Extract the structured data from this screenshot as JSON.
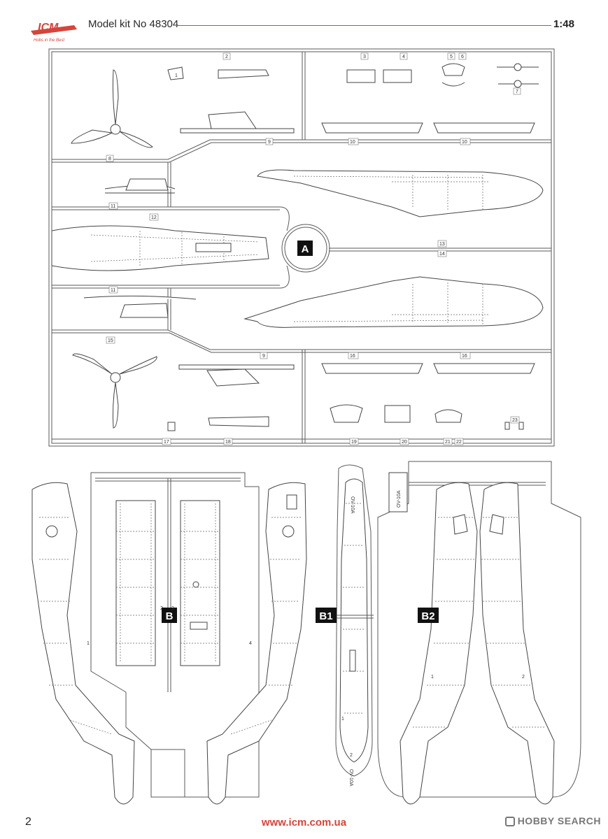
{
  "header": {
    "brand": "ICM",
    "brand_tagline": "Hobs in the Best",
    "title": "Model kit No 48304",
    "scale": "1:48"
  },
  "sprues": {
    "a": {
      "letter": "A"
    },
    "b": {
      "letter": "B"
    },
    "b1": {
      "letter": "B1",
      "marking_top": "OV-10A",
      "marking_bottom": "OV-10A"
    },
    "b2": {
      "letter": "B2",
      "marking": "OV-10A"
    }
  },
  "part_numbers": [
    "1",
    "2",
    "3",
    "4",
    "5",
    "6",
    "7",
    "8",
    "9",
    "10",
    "10",
    "11",
    "12",
    "13",
    "14",
    "11",
    "15",
    "9",
    "16",
    "16",
    "17",
    "18",
    "19",
    "20",
    "21",
    "22",
    "23"
  ],
  "sprue_b_numbers": [
    "1",
    "2",
    "3",
    "4"
  ],
  "sprue_b1_numbers": [
    "1",
    "2"
  ],
  "sprue_b2_numbers": [
    "1",
    "2"
  ],
  "footer": {
    "page_number": "2",
    "url": "www.icm.com.ua",
    "watermark": "HOBBY SEARCH"
  }
}
